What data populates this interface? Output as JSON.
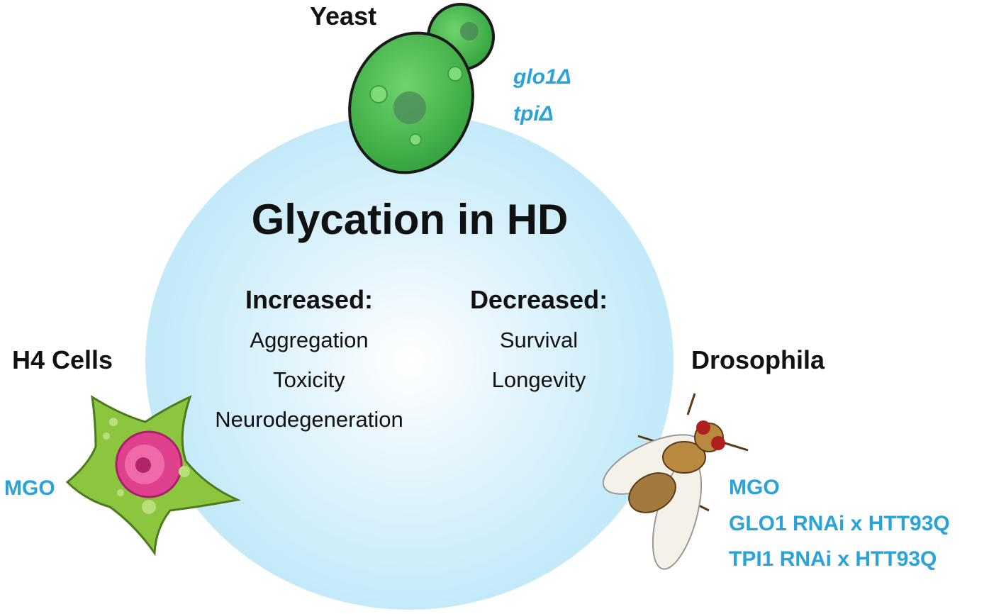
{
  "title": "Glycation in HD",
  "increased": {
    "heading": "Increased:",
    "items": [
      "Aggregation",
      "Toxicity",
      "Neurodegeneration"
    ]
  },
  "decreased": {
    "heading": "Decreased:",
    "items": [
      "Survival",
      "Longevity"
    ]
  },
  "organisms": {
    "yeast": {
      "label": "Yeast",
      "conditions": [
        "glo1Δ",
        "tpiΔ"
      ]
    },
    "h4": {
      "label": "H4 Cells",
      "conditions": [
        "MGO"
      ]
    },
    "drosophila": {
      "label": "Drosophila",
      "conditions": [
        "MGO",
        "GLO1 RNAi x HTT93Q",
        "TPI1 RNAi x HTT93Q"
      ]
    }
  },
  "colors": {
    "condition_text": "#29a3d8",
    "circle": "#b4e4f6",
    "yeast": "#3cb44a",
    "cell": "#8cc63f",
    "nucleus": "#e0418f"
  }
}
